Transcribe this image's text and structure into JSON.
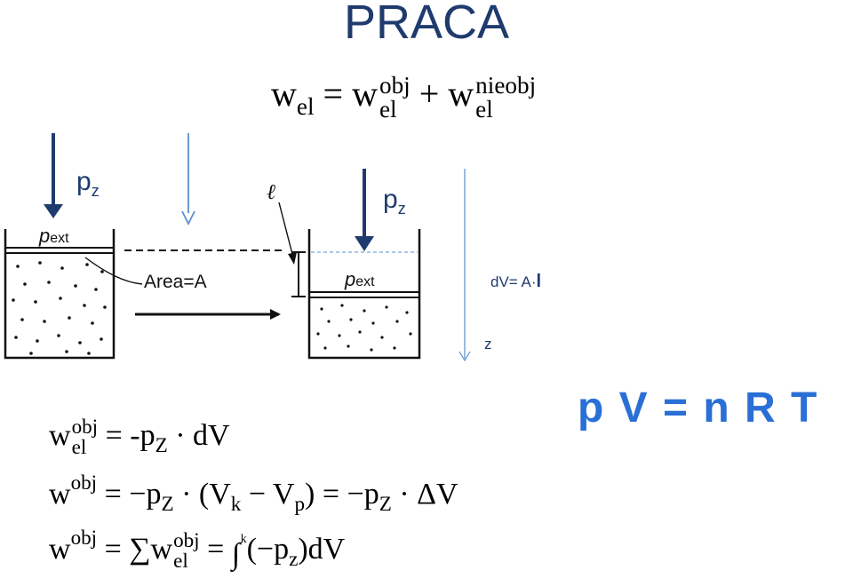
{
  "title": "PRACA",
  "top_equation": {
    "lhs": "w",
    "lhs_sub": "el",
    "eq": "=",
    "t1": "w",
    "t1_sup": "obj",
    "t1_sub": "el",
    "plus": "+",
    "t2": "w",
    "t2_sup": "nieobj",
    "t2_sub": "el"
  },
  "diagram": {
    "left_pressure": "p",
    "left_pressure_sub": "z",
    "right_pressure": "p",
    "right_pressure_sub": "z",
    "pext_left": "p",
    "pext_left_sub": "ext",
    "pext_right": "p",
    "pext_right_sub": "ext",
    "area_label": "Area=A",
    "ell_label": "ℓ",
    "dv_label": "dV= A·",
    "dv_bold": "l",
    "z_label": "z"
  },
  "ideal_gas": "p V = n R T",
  "equations": {
    "eq1": {
      "w": "w",
      "sup": "obj",
      "sub": "el",
      "rhs": "= -p",
      "rhs_sub": "Z",
      "rhs_tail": " · dV"
    },
    "eq2": {
      "w": "w",
      "sup": "obj",
      "rhs1": "= −p",
      "rhs1_sub": "Z",
      "rhs1b": " · (V",
      "vk_sub": "k",
      "rhs2": " − V",
      "vp_sub": "p",
      "rhs3": ") = −p",
      "rhs3_sub": "Z",
      "rhs4": " · ΔV"
    },
    "eq3": {
      "w": "w",
      "sup": "obj",
      "rhs1": "= ∑w",
      "sum_sup": "obj",
      "sum_sub": "el",
      "rhs2": " = ",
      "integral": "∫",
      "int_top": "k",
      "rhs3": "(−p",
      "rhs3_sub": "z",
      "rhs4": ")dV"
    }
  },
  "colors": {
    "title": "#1f3b6e",
    "arrow_dark": "#1f3b6e",
    "arrow_light": "#5b8fd0",
    "ideal": "#2a6fd6"
  }
}
